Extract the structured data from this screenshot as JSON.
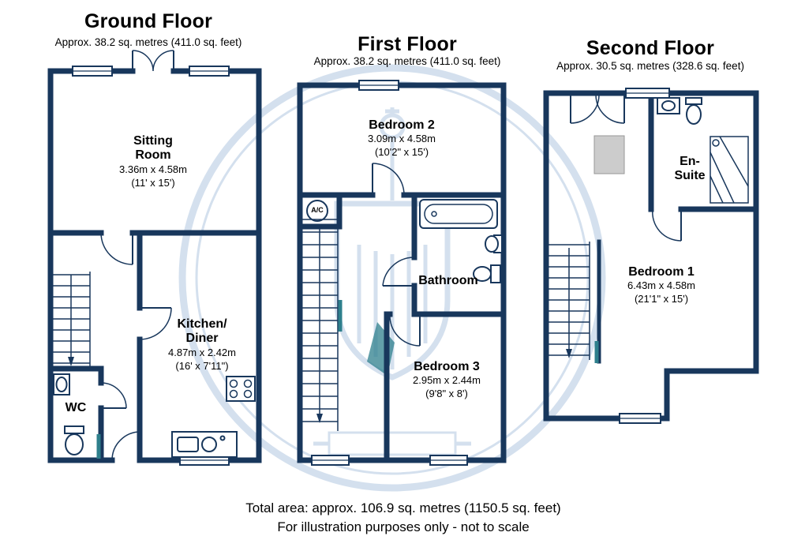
{
  "colors": {
    "wall": "#18375c",
    "accent_teal": "#2e7f8c",
    "watermark": "#b9cde3"
  },
  "ground": {
    "title": "Ground Floor",
    "subtitle": "Approx. 38.2 sq. metres (411.0 sq. feet)",
    "rooms": {
      "sitting": {
        "name": "Sitting\nRoom",
        "metric": "3.36m x 4.58m",
        "imperial": "(11' x 15')"
      },
      "kitchen": {
        "name": "Kitchen/\nDiner",
        "metric": "4.87m x 2.42m",
        "imperial": "(16' x 7'11\")"
      },
      "wc": {
        "name": "WC"
      }
    }
  },
  "first": {
    "title": "First Floor",
    "subtitle": "Approx. 38.2 sq. metres (411.0 sq. feet)",
    "rooms": {
      "bedroom2": {
        "name": "Bedroom 2",
        "metric": "3.09m x 4.58m",
        "imperial": "(10'2\" x 15')"
      },
      "bathroom": {
        "name": "Bathroom"
      },
      "bedroom3": {
        "name": "Bedroom 3",
        "metric": "2.95m x 2.44m",
        "imperial": "(9'8\" x 8')"
      },
      "ac": {
        "name": "A/C"
      }
    }
  },
  "second": {
    "title": "Second Floor",
    "subtitle": "Approx. 30.5 sq. metres (328.6 sq. feet)",
    "rooms": {
      "ensuite": {
        "name": "En-\nSuite"
      },
      "bedroom1": {
        "name": "Bedroom 1",
        "metric": "6.43m x 4.58m",
        "imperial": "(21'1\" x 15')"
      }
    }
  },
  "footer": {
    "total": "Total area: approx. 106.9 sq. metres (1150.5 sq. feet)",
    "disclaimer": "For illustration purposes only - not to scale"
  }
}
